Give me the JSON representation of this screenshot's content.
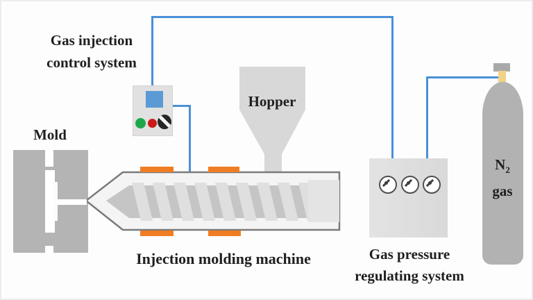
{
  "labels": {
    "gas_injection_control_line1": "Gas injection",
    "gas_injection_control_line2": "control system",
    "mold": "Mold",
    "hopper": "Hopper",
    "injection_molding_machine": "Injection molding machine",
    "gas_pressure_line1": "Gas pressure",
    "gas_pressure_line2": "regulating system",
    "n2_symbol": "N",
    "n2_subscript": "2",
    "n2_line2": "gas"
  },
  "icons": {
    "control_screen": "display-screen-icon",
    "green_button": "green-indicator-icon",
    "red_button": "red-indicator-icon",
    "knob": "rotary-knob-icon",
    "gauges": [
      "pressure-gauge-icon",
      "pressure-gauge-icon",
      "pressure-gauge-icon"
    ]
  },
  "colors": {
    "pipe": "#4a90d8",
    "heater": "#f07d23",
    "machine_fill": "#f4f4f4",
    "machine_stroke": "#7a7a7a",
    "screw": "#c5c5c5",
    "screw_stripe": "#dfdfdf",
    "end_block": "#e4e4e4",
    "mold": "#b4b4b4",
    "hopper": "#d8d8d8",
    "control_box": "#e1e1e1",
    "screen": "#5b9bd5",
    "btn_green": "#1ea64d",
    "btn_red": "#cb1a1a",
    "knob": "#262626",
    "regulator_box": "#d9d9d9",
    "gauge_ring": "#4f4f4f",
    "cylinder": "#b2b2b2",
    "cylinder_cap": "#a9a9a9",
    "cylinder_neck": "#f2d287",
    "text": "#1f1f1f"
  }
}
